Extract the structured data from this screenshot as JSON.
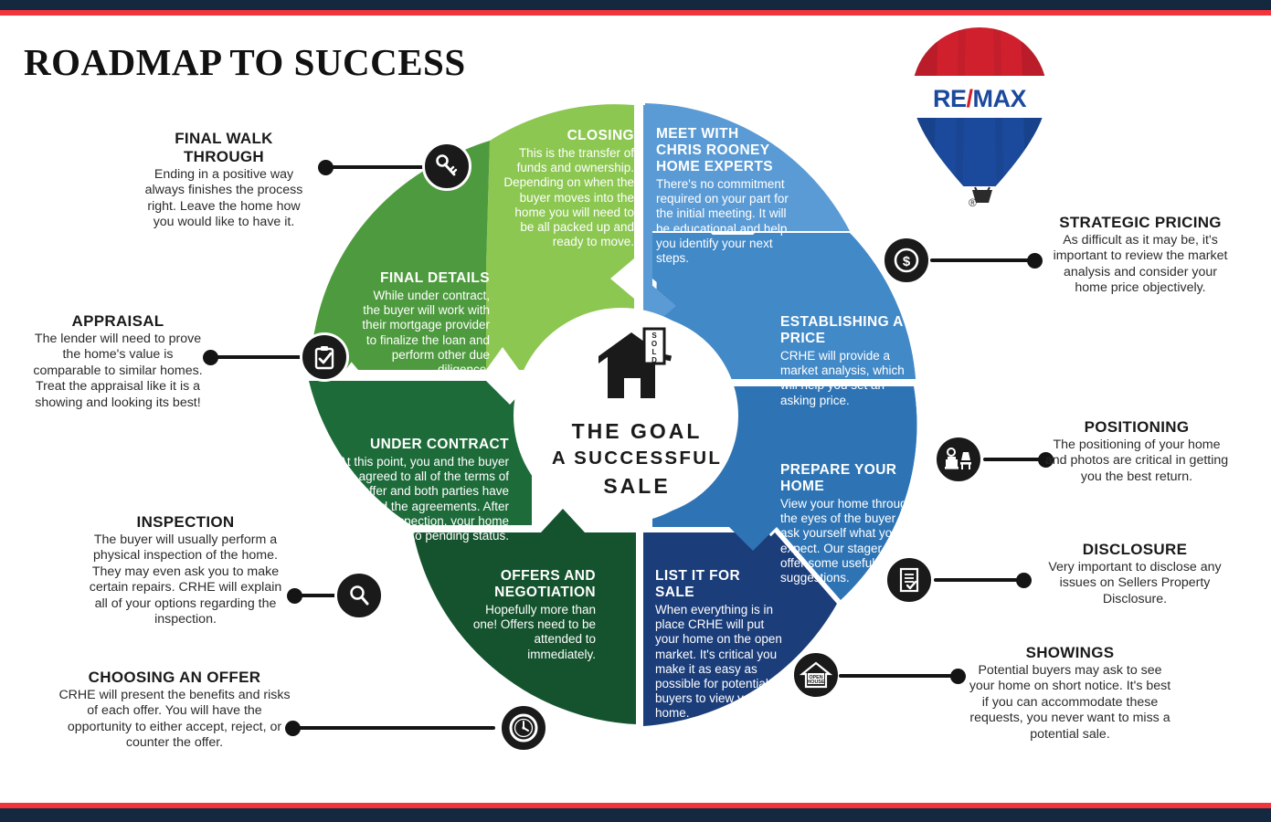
{
  "document": {
    "title": "ROADMAP TO SUCCESS",
    "brand_logo": "remax-balloon-logo",
    "brand_text": "RE/MAX",
    "registered_mark": "®"
  },
  "colors": {
    "navy_rule": "#14293f",
    "red_rule": "#f2353c",
    "light_green": "#8cc751",
    "medium_green": "#4e9a3e",
    "dark_green": "#1e6b3a",
    "light_blue": "#5b9bd5",
    "medium_blue": "#2e74b5",
    "dark_blue": "#1b3d7a",
    "icon_black": "#1a1a1a",
    "text_dark": "#231f20",
    "remax_red": "#d0202e",
    "remax_blue": "#1b4a9c"
  },
  "center": {
    "icon": "sold-house-icon",
    "sign_text": "SOLD",
    "line1": "THE GOAL",
    "line2": "A SUCCESSFUL",
    "line3": "SALE"
  },
  "wheel_steps": [
    {
      "id": "meet-with",
      "title": "MEET WITH\nCHRIS ROONEY\nHOME EXPERTS",
      "title_lines": [
        "MEET WITH",
        "CHRIS ROONEY",
        "HOME EXPERTS"
      ],
      "body": "There's no commitment required on your part for the initial meeting. It will be educational and help you identify your next steps.",
      "color": "#5b9bd5",
      "align": "left"
    },
    {
      "id": "establishing-a-price",
      "title": "ESTABLISHING A PRICE",
      "body": "CRHE will provide a market analysis, which will help you set an asking price.",
      "color": "#4289c8",
      "align": "left"
    },
    {
      "id": "prepare-your-home",
      "title": "PREPARE YOUR HOME",
      "body": "View your home through the eyes of the buyer and ask yourself what you'd expect. Our stager will offer some useful suggestions.",
      "color": "#2e74b5",
      "align": "left"
    },
    {
      "id": "list-it-for-sale",
      "title": "LIST IT FOR SALE",
      "body": "When everything is in place CRHE will put your home on the open market. It's critical you make it as easy as possible for potential buyers to view your home.",
      "color": "#1b3d7a",
      "align": "left"
    },
    {
      "id": "offers-and-negotiation",
      "title": "OFFERS AND\nNEGOTIATION",
      "title_lines": [
        "OFFERS AND",
        "NEGOTIATION"
      ],
      "body": "Hopefully more than one! Offers need to be attended to immediately.",
      "color": "#14532d",
      "align": "right"
    },
    {
      "id": "under-contract",
      "title": "UNDER CONTRACT",
      "body": "At this point, you and the buyer have agreed to all of the terms of the offer and both parties have signed the agreements. After successful inspection, your home goes to pending status.",
      "color": "#1e6b3a",
      "align": "right"
    },
    {
      "id": "final-details",
      "title": "FINAL DETAILS",
      "body": "While under contract, the buyer will work with their mortgage provider to finalize the loan and perform other due diligence.",
      "color": "#4e9a3e",
      "align": "right"
    },
    {
      "id": "closing",
      "title": "CLOSING",
      "body": "This is the transfer of funds and ownership. Depending on when the buyer moves into the home you will need to be all packed up and ready to move.",
      "color": "#8cc751",
      "align": "right"
    }
  ],
  "callouts": [
    {
      "id": "final-walk-through",
      "title": "FINAL WALK THROUGH",
      "body": "Ending in a positive way always finishes the process right. Leave the home how you would like to have it.",
      "icon": "key-icon",
      "side": "left"
    },
    {
      "id": "appraisal",
      "title": "APPRAISAL",
      "body": "The lender will need to prove the home's value is comparable to similar homes. Treat the appraisal like it is a showing and looking its best!",
      "icon": "clipboard-check-icon",
      "side": "left"
    },
    {
      "id": "inspection",
      "title": "INSPECTION",
      "body": "The buyer will usually perform a physical inspection of the home. They may even ask you to make certain repairs. CRHE will explain all of your options regarding the inspection.",
      "icon": "magnifier-icon",
      "side": "left"
    },
    {
      "id": "choosing-an-offer",
      "title": "CHOOSING AN OFFER",
      "body": "CRHE will present the benefits and risks of each offer. You will have the opportunity to either accept, reject, or counter the offer.",
      "icon": "clock-icon",
      "side": "left"
    },
    {
      "id": "strategic-pricing",
      "title": "STRATEGIC PRICING",
      "body": "As difficult as it may be, it's important to review the market analysis and consider your home price objectively.",
      "icon": "dollar-coin-icon",
      "side": "right"
    },
    {
      "id": "positioning",
      "title": "POSITIONING",
      "body": "The positioning of your home and photos are critical in getting you the best return.",
      "icon": "staging-furniture-icon",
      "side": "right"
    },
    {
      "id": "disclosure",
      "title": "DISCLOSURE",
      "body": "Very important to disclose any issues on Sellers Property Disclosure.",
      "icon": "document-check-icon",
      "side": "right"
    },
    {
      "id": "showings",
      "title": "SHOWINGS",
      "body": "Potential buyers may ask to see your home on short notice. It's best if you can accommodate these requests, you never want to miss a potential sale.",
      "icon": "open-house-icon",
      "icon_label_line1": "OPEN",
      "icon_label_line2": "HOUSE",
      "side": "right"
    }
  ]
}
